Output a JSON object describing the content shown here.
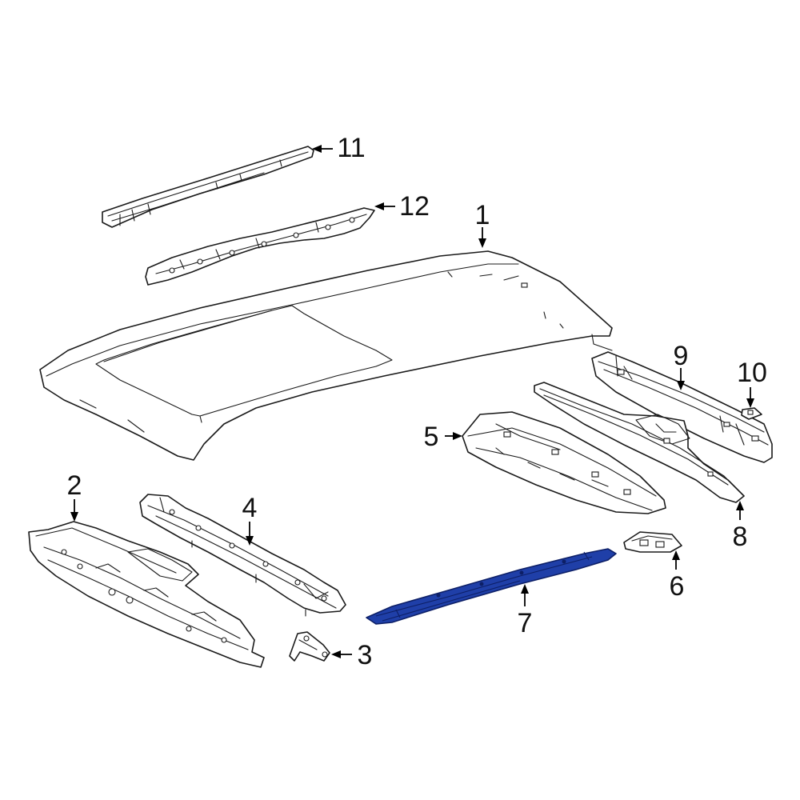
{
  "diagram": {
    "highlight_color": "#1f3fa8",
    "highlight_stroke": "#0d1f66",
    "highlighted_callout": "7",
    "callouts": [
      {
        "id": "1",
        "label": "1"
      },
      {
        "id": "2",
        "label": "2"
      },
      {
        "id": "3",
        "label": "3"
      },
      {
        "id": "4",
        "label": "4"
      },
      {
        "id": "5",
        "label": "5"
      },
      {
        "id": "6",
        "label": "6"
      },
      {
        "id": "7",
        "label": "7"
      },
      {
        "id": "8",
        "label": "8"
      },
      {
        "id": "9",
        "label": "9"
      },
      {
        "id": "10",
        "label": "10"
      },
      {
        "id": "11",
        "label": "11"
      },
      {
        "id": "12",
        "label": "12"
      }
    ]
  }
}
